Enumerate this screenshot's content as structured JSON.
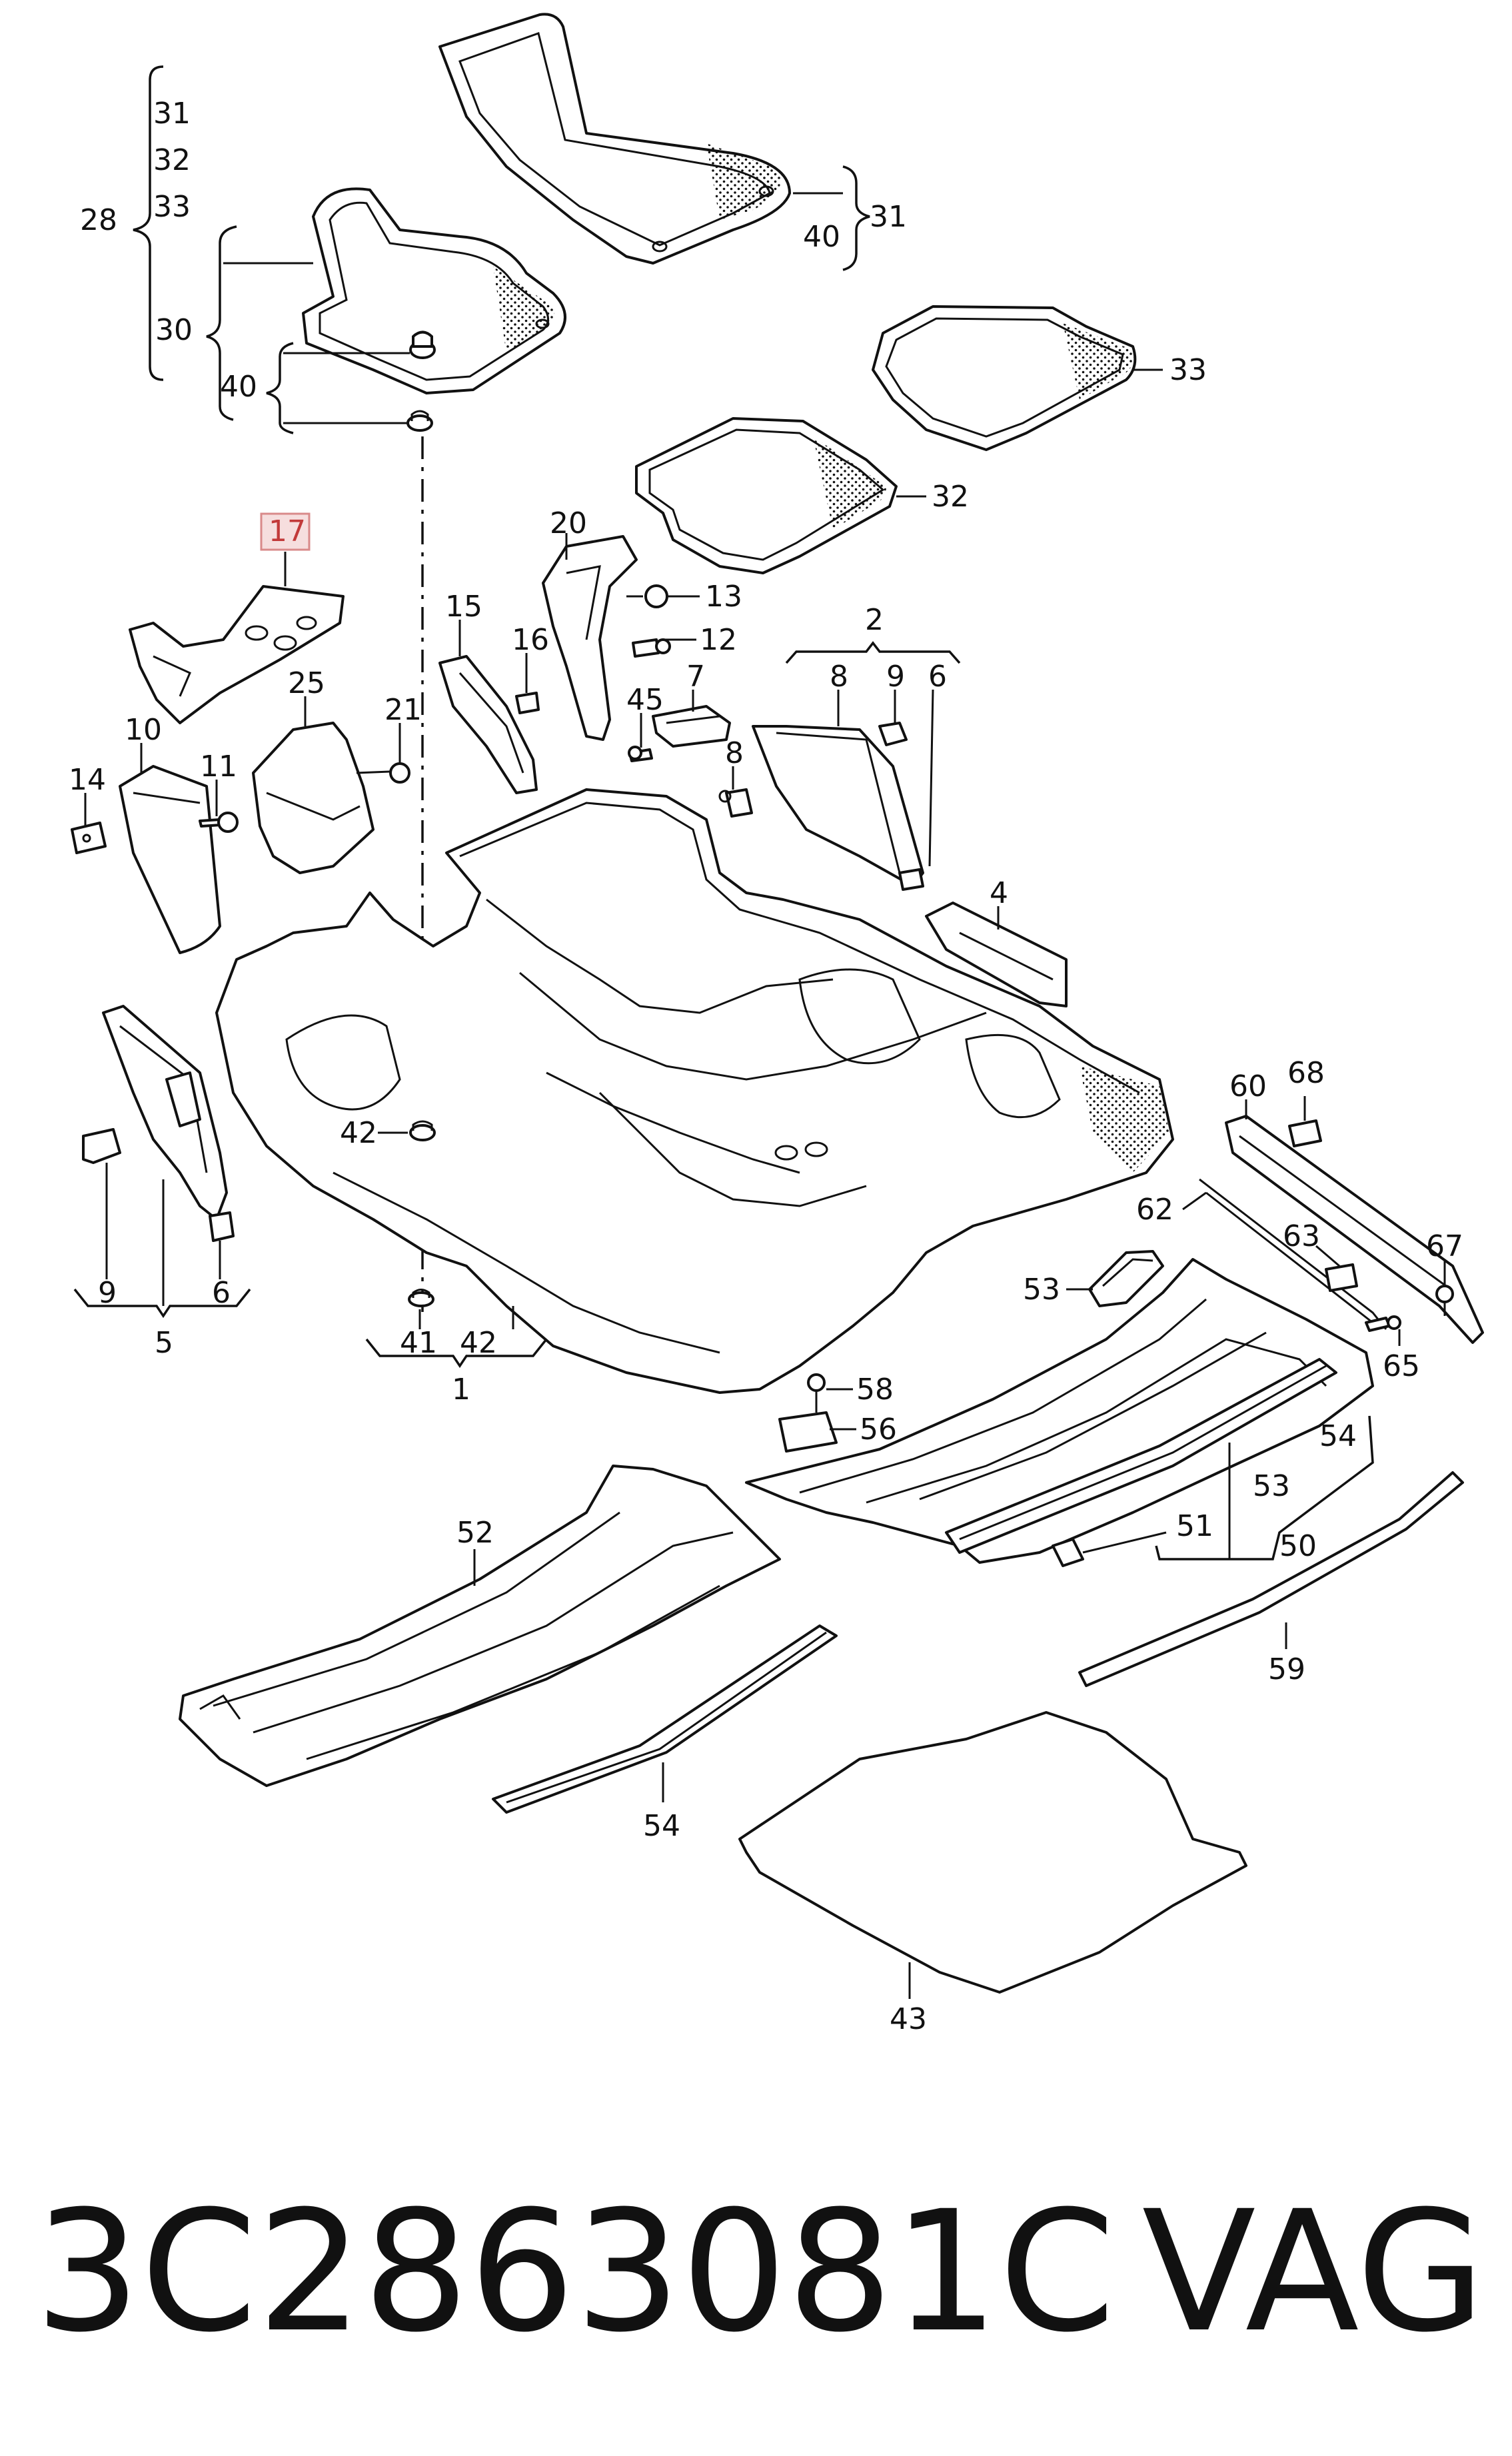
{
  "diagram": {
    "callouts": {
      "c1": "1",
      "c2": "2",
      "c4": "4",
      "c5": "5",
      "c6a": "6",
      "c6b": "6",
      "c7": "7",
      "c8a": "8",
      "c8b": "8",
      "c9a": "9",
      "c9b": "9",
      "c10": "10",
      "c11": "11",
      "c12": "12",
      "c13": "13",
      "c14": "14",
      "c15": "15",
      "c16": "16",
      "c17": "17",
      "c20": "20",
      "c21": "21",
      "c25": "25",
      "c28": "28",
      "c30": "30",
      "c31a": "31",
      "c31b": "31",
      "c32a": "32",
      "c32b": "32",
      "c33a": "33",
      "c33b": "33",
      "c40a": "40",
      "c40b": "40",
      "c41": "41",
      "c42a": "42",
      "c42b": "42",
      "c43": "43",
      "c45": "45",
      "c50": "50",
      "c51": "51",
      "c52": "52",
      "c53a": "53",
      "c53b": "53",
      "c54a": "54",
      "c54b": "54",
      "c56": "56",
      "c58": "58",
      "c59": "59",
      "c60": "60",
      "c62": "62",
      "c63": "63",
      "c65": "65",
      "c67": "67",
      "c68": "68"
    }
  },
  "footer": {
    "part_number": "3C2863081C",
    "brand": "VAG"
  },
  "colors": {
    "line": "#111111",
    "highlight_text": "#c23a3a",
    "highlight_fill": "#f6dede"
  }
}
